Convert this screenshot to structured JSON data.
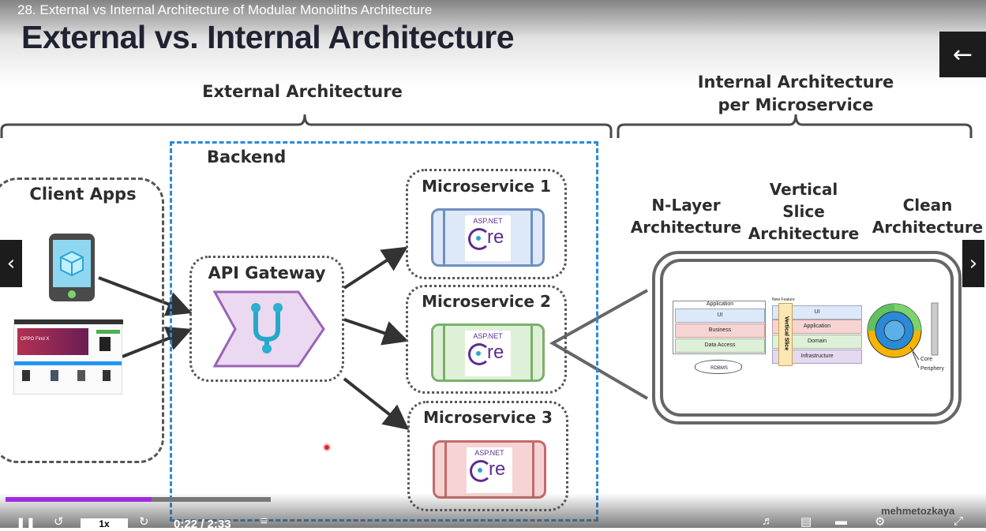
{
  "video": {
    "title": "28. External vs Internal Architecture of Modular Monoliths Architecture",
    "author": "mehmetozkaya",
    "time": "0:22 / 2:33",
    "speed": "1x",
    "progress": 0.55
  },
  "slide": {
    "heading": "External vs. Internal Architecture",
    "external_label": "External Architecture",
    "internal_label_line1": "Internal Architecture",
    "internal_label_line2": "per Microservice",
    "backend_label": "Backend",
    "client_apps_label": "Client Apps",
    "api_gateway_label": "API Gateway",
    "microservices": [
      {
        "label": "Microservice 1",
        "color": "#dde8f8",
        "border": "#6f8fc0",
        "logo_top": "ASP.NET",
        "logo_bottom": "re"
      },
      {
        "label": "Microservice 2",
        "color": "#dff0d8",
        "border": "#7ab06a",
        "logo_top": "ASP.NET",
        "logo_bottom": "re"
      },
      {
        "label": "Microservice 3",
        "color": "#f7d4d4",
        "border": "#c46a6a",
        "logo_top": "ASP.NET",
        "logo_bottom": "re"
      }
    ],
    "arch_types": {
      "n_layer": [
        "N-Layer",
        "Architecture"
      ],
      "vertical": [
        "Vertical",
        "Slice",
        "Architecture"
      ],
      "clean": [
        "Clean",
        "Architecture"
      ]
    },
    "n_layer_diagram": {
      "title": "Application",
      "layers": [
        "UI",
        "Business",
        "Data Access"
      ],
      "db": "RDBMS"
    },
    "vertical_diagram": {
      "top": "New Feature",
      "slice": "Vertical Slice",
      "layers": [
        "UI",
        "Application",
        "Domain",
        "Infrastructure"
      ]
    },
    "clean_diagram": {
      "core": "Core",
      "periphery": "Periphery"
    },
    "phone_site_text": "OPPO Find X"
  },
  "colors": {
    "accent": "#a02be0",
    "dashed_blue": "#2a8ad8",
    "gateway": "#ead9f0"
  }
}
